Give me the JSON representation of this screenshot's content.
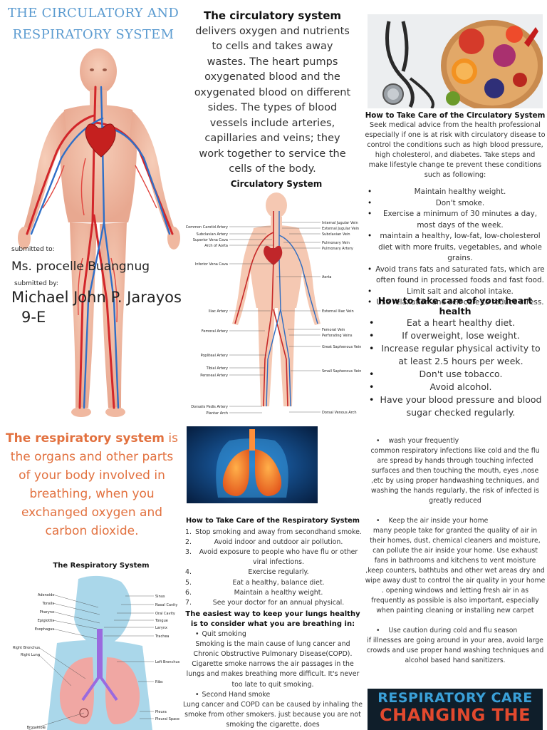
{
  "title": {
    "line1": "THE CIRCULATORY AND",
    "line2": "RESPIRATORY SYSTEM"
  },
  "submission": {
    "submitted_to_label": "submitted to:",
    "submitted_to": "Ms. procelle Buangnug",
    "submitted_by_label": "submitted by:",
    "submitted_by": "Michael John P. Jarayos",
    "section": "9-E"
  },
  "circulatory_intro": {
    "heading": "The circulatory system",
    "body": "delivers oxygen and nutrients to cells and takes away wastes. The heart pumps oxygenated blood and the oxygenated blood on different sides. The types of blood vessels include arteries, capillaries and veins; they work together to service the cells of the body."
  },
  "circulatory_diagram": {
    "title": "Circulatory System",
    "left_labels": [
      "Common Carotid Artery",
      "Subclavian Artery",
      "Superior Vena Cava",
      "Arch of Aorta",
      "Inferior Vena Cava",
      "Iliac Artery",
      "Femoral Artery",
      "Popliteal Artery",
      "Tibial Artery",
      "Peroneal Artery",
      "Dorsalis Pedis Artery",
      "Plantar Arch"
    ],
    "right_labels": [
      "Internal Jugular Vein",
      "External Jugular Vein",
      "Subclavian Vein",
      "Pulmonary Vein",
      "Pulmonary Artery",
      "Aorta",
      "External Iliac Vein",
      "Femoral Vein",
      "Perforating Veins",
      "Great Saphenous Vein",
      "Small Saphenous Vein",
      "Dorsal Venous Arch"
    ]
  },
  "circulatory_care": {
    "heading": "How to Take Care of the Circulatory System",
    "intro": "Seek medical advice from the health professional especially if one is at risk with circulatory disease to control the conditions such as high blood pressure, high cholesterol, and diabetes. Take steps and make lifestyle change te prevent these conditions such as following:",
    "items": [
      "Maintain healthy weight.",
      "Don't smoke.",
      "Exercise a minimum of 30 minutes a day, most days of the week.",
      "maintain a healthy, low-fat, low-cholesterol diet with more fruits, vegetables, and whole grains.",
      "Avoid trans fats and saturated fats, which are often found in processed foods and fast food.",
      "Limit salt and alcohol intake.",
      "Use relaxation and self-care to reduce stress."
    ]
  },
  "heart_care": {
    "heading": "How to take care of your heart health",
    "items": [
      "Eat a heart healthy diet.",
      "If overweight, lose weight.",
      "Increase regular physical activity to at least 2.5 hours per week.",
      "Don't use tobacco.",
      "Avoid alcohol.",
      "Have your blood pressure and blood sugar checked regularly."
    ]
  },
  "respiratory_intro": {
    "highlight": "The respiratory system",
    "body": " is the organs and other parts of your body involved in breathing, when you exchanged oxygen and carbon dioxide."
  },
  "respiratory_diagram": {
    "title": "The Respiratory System",
    "left_labels": [
      "Adenoids",
      "Tonsils",
      "Pharynx",
      "Epiglottis",
      "Esophagus",
      "Right Bronchus",
      "Right Lung",
      "Bronchiole"
    ],
    "right_labels": [
      "Sinus",
      "Nasal Cavity",
      "Oral Cavity",
      "Tongue",
      "Larynx",
      "Trachea",
      "Left Bronchus",
      "Ribs",
      "Pleura",
      "Pleural Space"
    ]
  },
  "respiratory_care": {
    "heading": "How to Take Care of the Respiratory System",
    "items": [
      {
        "num": "1.",
        "text": "Stop smoking and away from secondhand smoke."
      },
      {
        "num": "2.",
        "text": "Avoid indoor and outdoor air pollution."
      },
      {
        "num": "3.",
        "text": "Avoid exposure to people who have flu or other viral infections."
      },
      {
        "num": "4.",
        "text": "Exercise regularly."
      },
      {
        "num": "5.",
        "text": "Eat a healthy, balance diet."
      },
      {
        "num": "6.",
        "text": "Maintain a healthy weight."
      },
      {
        "num": "7.",
        "text": "See your doctor for an annual physical."
      }
    ],
    "lungs_heading": "The easiest way to keep your lungs healthy is to consider what you are breathing in:",
    "quit_label": "Quit smoking",
    "quit_text": "Smoking is the main cause of lung cancer and Chronic Obstructive Pulmonary Disease(COPD). Cigarette smoke narrows the air passages in the lungs and makes breathing more difficult. It's never too late to quit smoking.",
    "second_label": "Second Hand smoke",
    "second_text": "Lung cancer and COPD can be caused by inhaling the smoke from other smokers. just because you are not smoking the cigarette, does"
  },
  "respiratory_tips": {
    "tip1_label": "wash your frequently",
    "tip1_text": "common respiratory infections like cold and the flu are spread by hands through touching infected surfaces and then touching the mouth, eyes ,nose ,etc by using proper handwashing techniques, and washing the hands regularly, the risk of infected is greatly reduced",
    "tip2_label": "Keep the air inside your home",
    "tip2_text": "many people take for granted the quality  of air in their homes, dust, chemical cleaners and moisture, can pollute the air inside  your home. Use exhaust fans in bathrooms and kitchens to vent moisture ,keep counters, bathtubs and other wet areas dry and wipe away dust to control the air quality in your home . opening windows and letting fresh air in as frequently as possible is also important, especially when painting cleaning or installing  new carpet",
    "tip3_label": "Use caution during cold and  flu season",
    "tip3_text": "if illnesses are going around in your area, avoid  large crowds and use  proper hand washing techniques and alcohol based hand sanitizers."
  },
  "poster": {
    "line1": "RESPIRATORY CARE",
    "line2": "CHANGING THE"
  },
  "colors": {
    "title_blue": "#5b9bd0",
    "orange": "#e2713f",
    "poster_bg": "#0f1e2a",
    "poster_red": "#e2492e",
    "poster_blue": "#3aa0d8"
  }
}
